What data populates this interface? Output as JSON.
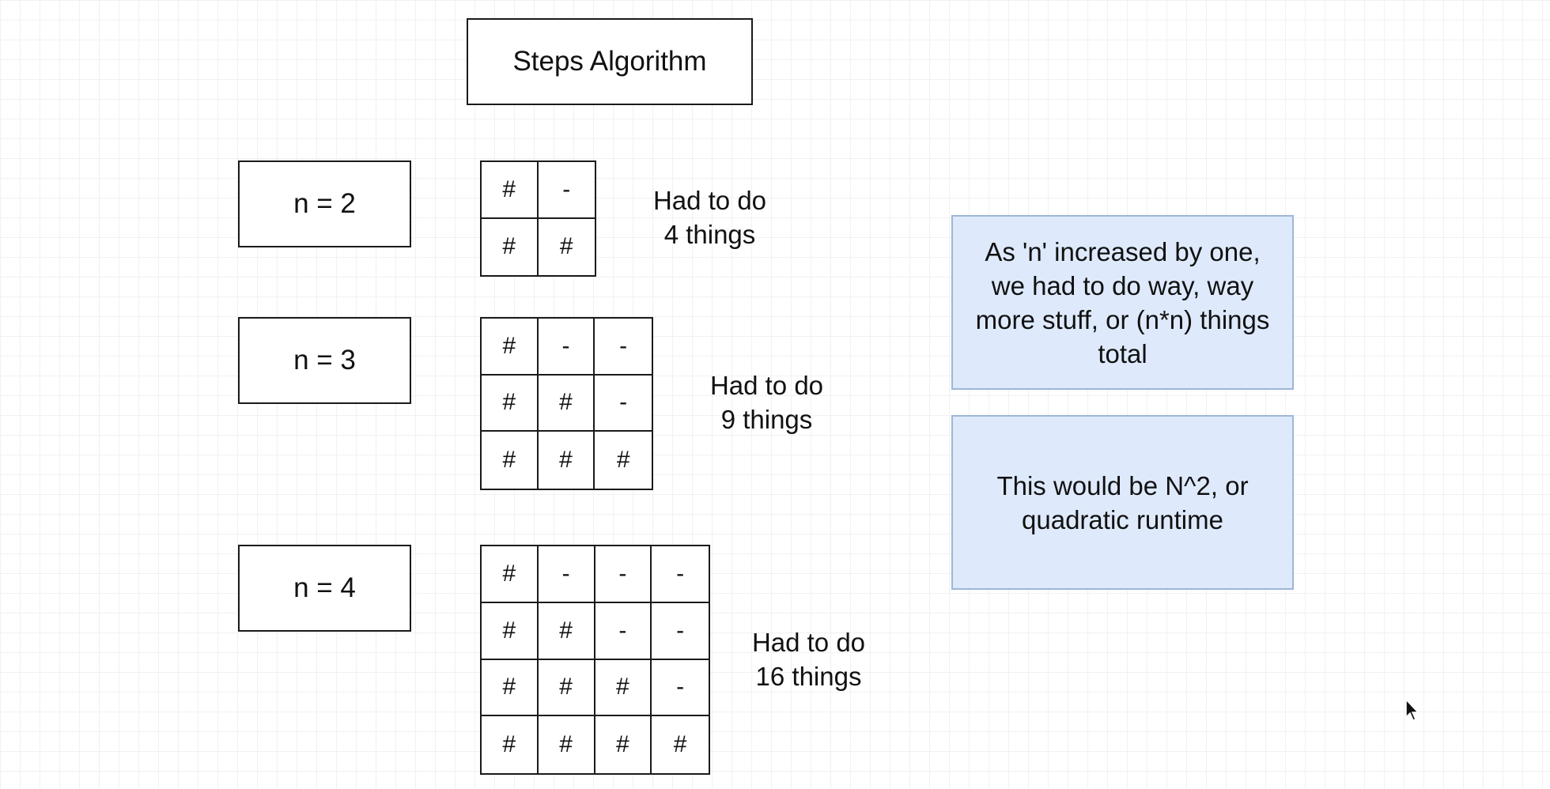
{
  "title": "Steps Algorithm",
  "rows": [
    {
      "n_label": "n = 2",
      "result_line1": "Had to do",
      "result_line2": "4 things",
      "grid": [
        [
          "#",
          "-"
        ],
        [
          "#",
          "#"
        ]
      ]
    },
    {
      "n_label": "n = 3",
      "result_line1": "Had to do",
      "result_line2": "9 things",
      "grid": [
        [
          "#",
          "-",
          "-"
        ],
        [
          "#",
          "#",
          "-"
        ],
        [
          "#",
          "#",
          "#"
        ]
      ]
    },
    {
      "n_label": "n = 4",
      "result_line1": "Had to do",
      "result_line2": "16 things",
      "grid": [
        [
          "#",
          "-",
          "-",
          "-"
        ],
        [
          "#",
          "#",
          "-",
          "-"
        ],
        [
          "#",
          "#",
          "#",
          "-"
        ],
        [
          "#",
          "#",
          "#",
          "#"
        ]
      ]
    }
  ],
  "notes": [
    {
      "lines": [
        "As 'n' increased by one,",
        "we had to do way, way",
        "more stuff, or (n*n) things",
        "total"
      ]
    },
    {
      "lines": [
        "This would be N^2, or",
        "quadratic runtime"
      ]
    }
  ],
  "colors": {
    "note_fill": "#deeafc",
    "note_border": "#9fb6d6",
    "box_border": "#1a1a1a"
  },
  "icons": {
    "cursor": "mouse-pointer-icon"
  }
}
